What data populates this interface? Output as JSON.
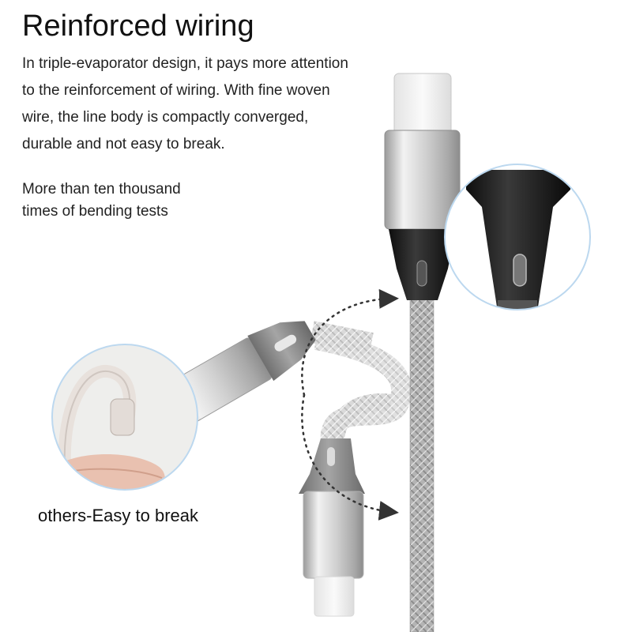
{
  "heading": "Reinforced wiring",
  "description_lines": [
    "In triple-evaporator design, it pays more attention",
    "to the reinforcement of wiring. With fine woven",
    "wire, the line body is compactly converged,",
    "durable and not easy to break."
  ],
  "bending_lines": [
    "More than ten thousand",
    "times of bending tests"
  ],
  "comparison_label": "others-Easy to break",
  "colors": {
    "text": "#111111",
    "circle_border": "#bcd8ef",
    "metal": "#c9c9c9",
    "sleeve_black": "#1c1c1c",
    "sleeve_gray": "#8a8a8a",
    "braid": "#b8b8b8",
    "arrow": "#333333"
  }
}
